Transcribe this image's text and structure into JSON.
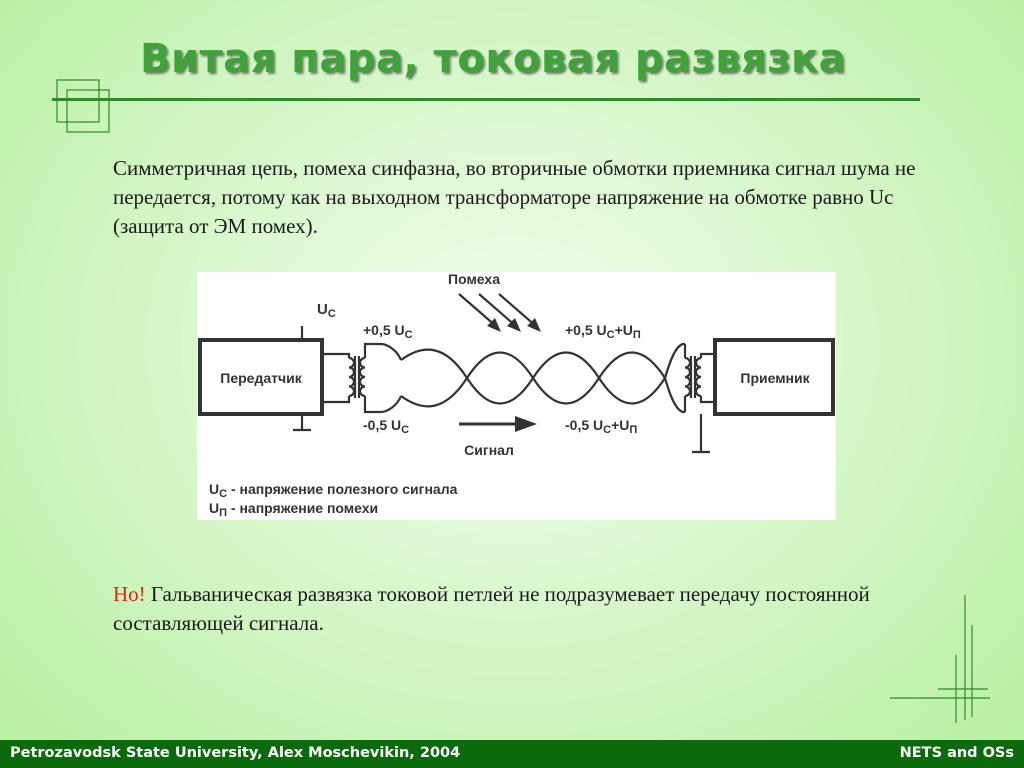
{
  "slide": {
    "title": "Витая пара, токовая развязка",
    "paragraph1": "Симметричная цепь, помеха синфазна, во вторичные обмотки приемника сигнал шума не передается, потому как на выходном трансформаторе напряжение на обмотке равно Uc (защита от ЭМ помех).",
    "paragraph2_accent": "Но!",
    "paragraph2_text": " Гальваническая развязка токовой петлей не подразумевает передачу постоянной составляющей сигнала."
  },
  "diagram": {
    "transmitter_label": "Передатчик",
    "receiver_label": "Приемник",
    "noise_label": "Помеха",
    "signal_label": "Сигнал",
    "uc_label_main": "U",
    "uc_label_sub": "C",
    "left_top_prefix": "+0,5 U",
    "left_top_sub": "C",
    "left_bottom_prefix": "-0,5 U",
    "left_bottom_sub": "C",
    "right_top_prefix": "+0,5 U",
    "right_top_sub": "C",
    "right_top_mid": "+U",
    "right_top_sub2": "П",
    "right_bottom_prefix": "-0,5 U",
    "right_bottom_sub": "C",
    "right_bottom_mid": "+U",
    "right_bottom_sub2": "П",
    "legend1_main": "U",
    "legend1_sub": "C",
    "legend1_text": " - напряжение полезного сигнала",
    "legend2_main": "U",
    "legend2_sub": "П",
    "legend2_text": " - напряжение помехи"
  },
  "footer": {
    "left": "Petrozavodsk State University, Alex Moschevikin, 2004",
    "right": "NETS and OSs"
  }
}
